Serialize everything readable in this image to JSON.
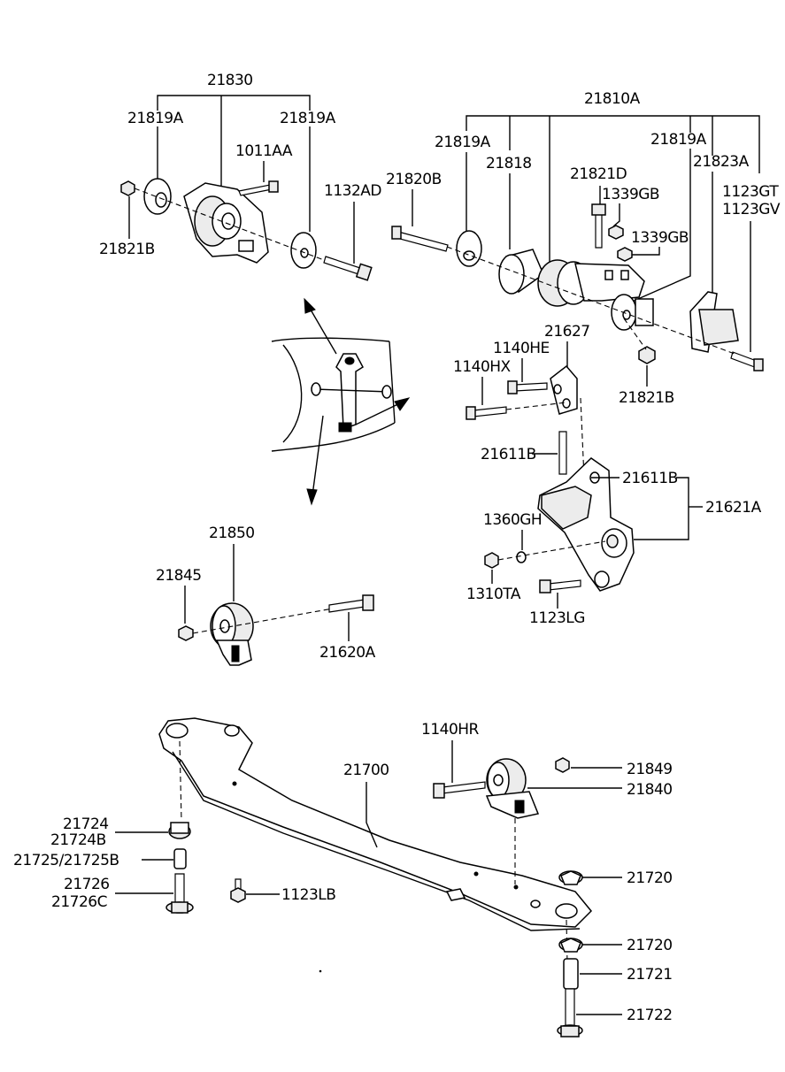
{
  "labels": {
    "p21830": "21830",
    "p21819a_l": "21819A",
    "p21819a_r": "21819A",
    "p1011aa": "1011AA",
    "p1132ad": "1132AD",
    "p21821b_top": "21821B",
    "p21810a": "21810A",
    "p21819a_2": "21819A",
    "p21818": "21818",
    "p21820b": "21820B",
    "p21821d": "21821D",
    "p1339gb_1": "1339GB",
    "p1339gb_2": "1339GB",
    "p21819a_3": "21819A",
    "p21823a": "21823A",
    "p1123gt": "1123GT",
    "p1123gv": "1123GV",
    "p21821b_mid": "21821B",
    "p1140he": "1140HE",
    "p21627": "21627",
    "p1140hx": "1140HX",
    "p21611b_l": "21611B",
    "p21611b_r": "21611B",
    "p21621a": "21621A",
    "p1360gh": "1360GH",
    "p1310ta": "1310TA",
    "p1123lg": "1123LG",
    "p21850": "21850",
    "p21845": "21845",
    "p21620a": "21620A",
    "p1140hr": "1140HR",
    "p21700": "21700",
    "p21849": "21849",
    "p21840": "21840",
    "p21724": "21724",
    "p21724b": "21724B",
    "p21725": "21725/21725B",
    "p21726": "21726",
    "p21726c": "21726C",
    "p1123lb": "1123LB",
    "p21720_1": "21720",
    "p21720_2": "21720",
    "p21721": "21721",
    "p21722": "21722"
  }
}
